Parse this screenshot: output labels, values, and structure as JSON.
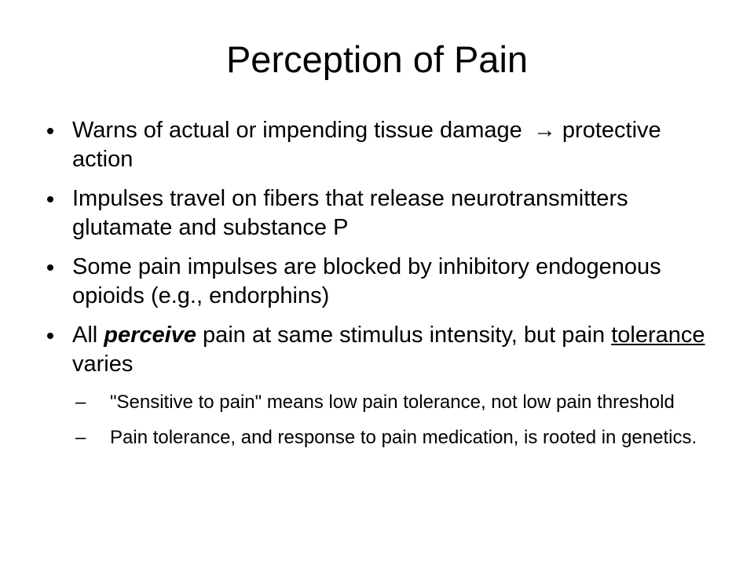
{
  "slide": {
    "title": "Perception of Pain",
    "bullets": [
      {
        "text": "Warns of actual or impending tissue damage",
        "arrow": "→",
        "text_after": "protective action"
      },
      {
        "text": "Impulses travel on fibers that release neurotransmitters glutamate and substance P"
      },
      {
        "text": "Some pain impulses are blocked by inhibitory endogenous opioids (e.g., endorphins)"
      },
      {
        "pre": "All ",
        "emphasis": "perceive",
        "mid": " pain at same stimulus intensity, but pain ",
        "underlined": "tolerance",
        "post": " varies"
      }
    ],
    "sub_dash": "–",
    "subbullets": [
      "\"Sensitive to pain\" means low pain tolerance, not low pain threshold",
      "Pain tolerance, and response to pain medication, is rooted in genetics."
    ]
  }
}
